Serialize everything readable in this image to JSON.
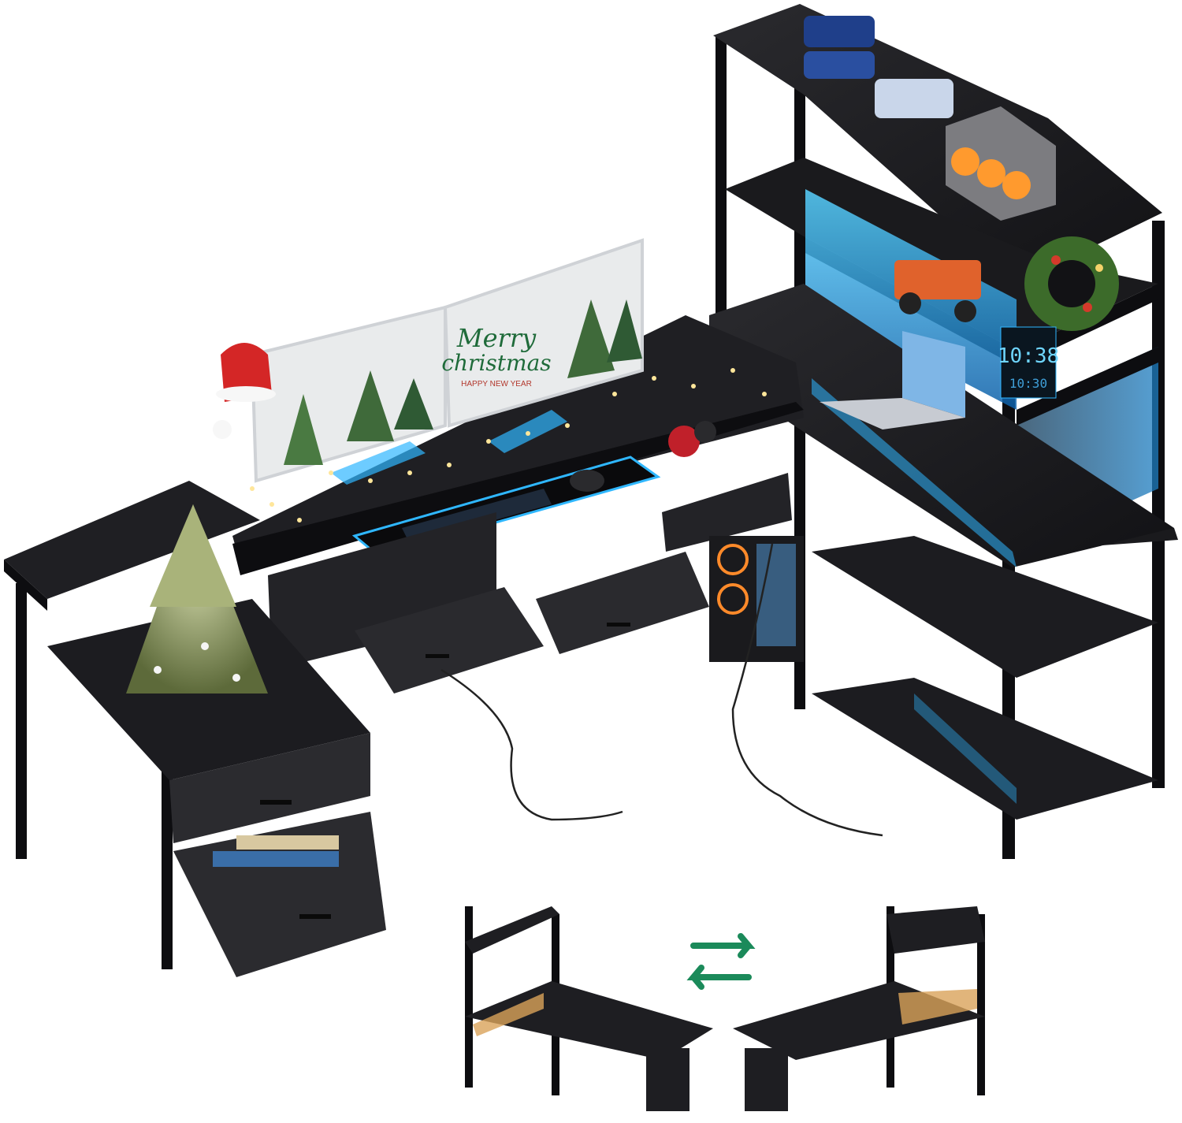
{
  "product": {
    "monitor_text_line1": "Merry",
    "monitor_text_line2": "christmas",
    "monitor_text_line3": "HAPPY NEW YEAR",
    "clock_time": "10:38",
    "clock_time_small": "10:30"
  },
  "config_inset": {
    "swap_icon": "swap-arrows-icon"
  },
  "colors": {
    "desk_black": "#1c1c1f",
    "frame_black": "#0d0d10",
    "led_blue": "#2fb7ff",
    "swap_green": "#1b8a5a",
    "background": "#ffffff"
  }
}
